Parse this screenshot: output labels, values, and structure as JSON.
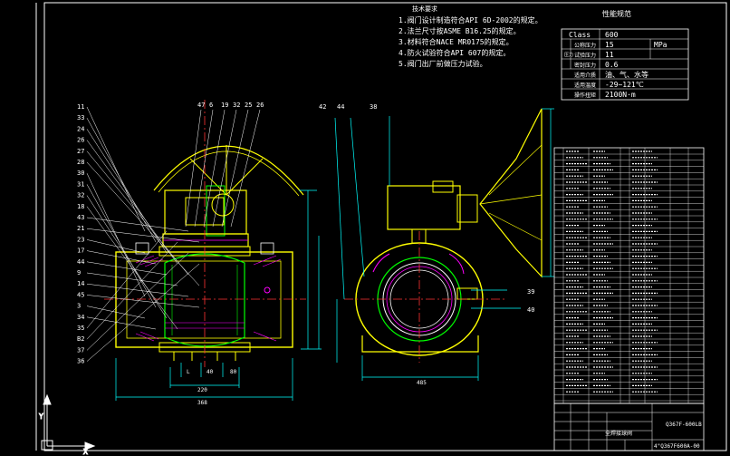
{
  "notes": {
    "heading": "技术要求",
    "items": [
      "1.阀门设计制造符合API 6D-2002的规定。",
      "2.法兰尺寸按ASME B16.25的规定。",
      "3.材料符合NACE MR0175的规定。",
      "4.防火试验符合API 607的规定。",
      "5.阀门出厂前做压力试验。"
    ]
  },
  "performance": {
    "heading": "性能规范",
    "rows": [
      {
        "label": "Class",
        "value": "600"
      },
      {
        "label": "公称压力",
        "value": "15",
        "unit": "MPa"
      },
      {
        "label": "试验压力",
        "value": "11"
      },
      {
        "label": "密封压力",
        "value": "0.6"
      },
      {
        "label": "适用介质",
        "value": "油、气、水等"
      },
      {
        "label": "适用温度",
        "value": "-29~121℃"
      },
      {
        "label": "操作扭矩",
        "value": "2100N·m"
      }
    ],
    "side_label": "压力"
  },
  "callouts_left": [
    "11",
    "33",
    "24",
    "26",
    "27",
    "28",
    "30",
    "31",
    "32",
    "18",
    "43",
    "21",
    "23",
    "17",
    "44",
    "9",
    "14",
    "45",
    "3",
    "34",
    "35",
    "B2",
    "37",
    "36"
  ],
  "callouts_top": [
    "47",
    "6",
    "19",
    "32",
    "25",
    "26"
  ],
  "callouts_mid": [
    "42",
    "44",
    "38"
  ],
  "callouts_right": [
    "39",
    "40"
  ],
  "dims_bottom": [
    "L",
    "40",
    "80",
    "220",
    "368",
    "485"
  ],
  "title_block": {
    "name": "全焊接球阀",
    "drawing_no": "Q367F-600LB",
    "code": "4\"Q367F600A-00"
  },
  "colors": {
    "outline": "#00ff00",
    "dim": "#00ffff",
    "detail": "#ffff00",
    "center": "#ff3333",
    "accent": "#ff00ff",
    "text": "#ffffff"
  }
}
